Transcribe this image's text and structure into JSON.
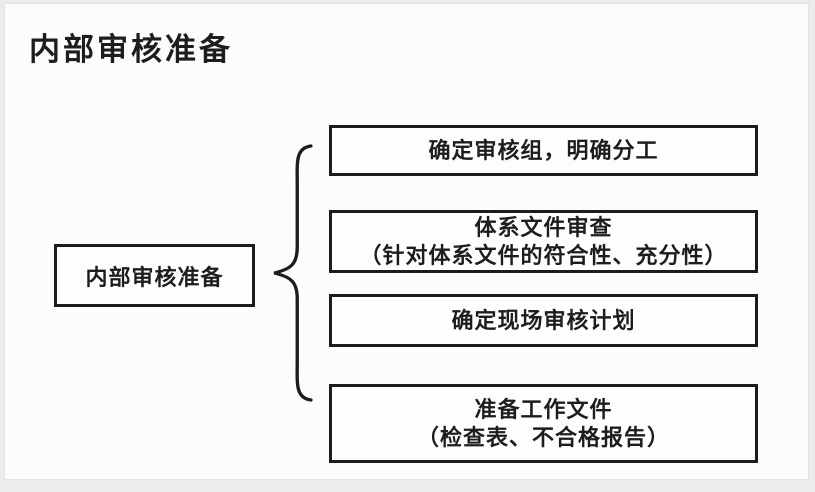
{
  "page": {
    "title": "内部审核准备"
  },
  "diagram": {
    "root": {
      "label": "内部审核准备"
    },
    "branches": [
      {
        "line1": "确定审核组，明确分工",
        "line2": ""
      },
      {
        "line1": "体系文件审查",
        "line2": "（针对体系文件的符合性、充分性）"
      },
      {
        "line1": "确定现场审核计划",
        "line2": ""
      },
      {
        "line1": "准备工作文件",
        "line2": "（检查表、不合格报告）"
      }
    ],
    "connector": "left-curly-brace",
    "colors": {
      "line": "#1c1c1c",
      "text": "#1d1d1d",
      "canvas_background": "#fcfcfc",
      "frame_background": "#ececec"
    }
  }
}
